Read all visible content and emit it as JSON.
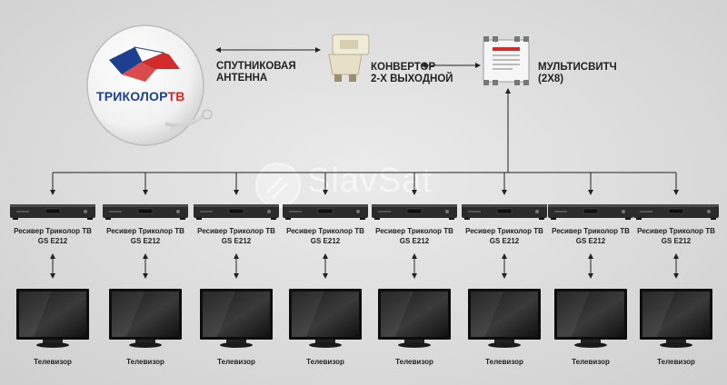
{
  "antenna": {
    "logo": "ТРИКОЛОР",
    "logo_tv": "ТВ",
    "label_line1": "СПУТНИКОВАЯ",
    "label_line2": "АНТЕННА"
  },
  "converter": {
    "label_line1": "КОНВЕРТОР",
    "label_line2": "2-Х ВЫХОДНОЙ"
  },
  "multiswitch": {
    "label_line1": "МУЛЬТИСВИТЧ",
    "label_line2": "(2Х8)"
  },
  "watermark": "SlavSat",
  "receivers": [
    {
      "line1": "Ресивер Триколор ТВ",
      "line2": "GS E212"
    },
    {
      "line1": "Ресивер Триколор ТВ",
      "line2": "GS E212"
    },
    {
      "line1": "Ресивер Триколор ТВ",
      "line2": "GS E212"
    },
    {
      "line1": "Ресивер Триколор ТВ",
      "line2": "GS E212"
    },
    {
      "line1": "Ресивер Триколор ТВ",
      "line2": "GS E212"
    },
    {
      "line1": "Ресивер Триколор ТВ",
      "line2": "GS E212"
    },
    {
      "line1": "Ресивер Триколор ТВ",
      "line2": "GS E212"
    },
    {
      "line1": "Ресивер Триколор ТВ",
      "line2": "GS E212"
    }
  ],
  "tvs": [
    {
      "label": "Телевизор"
    },
    {
      "label": "Телевизор"
    },
    {
      "label": "Телевизор"
    },
    {
      "label": "Телевизор"
    },
    {
      "label": "Телевизор"
    },
    {
      "label": "Телевизор"
    },
    {
      "label": "Телевизор"
    },
    {
      "label": "Телевизор"
    }
  ]
}
